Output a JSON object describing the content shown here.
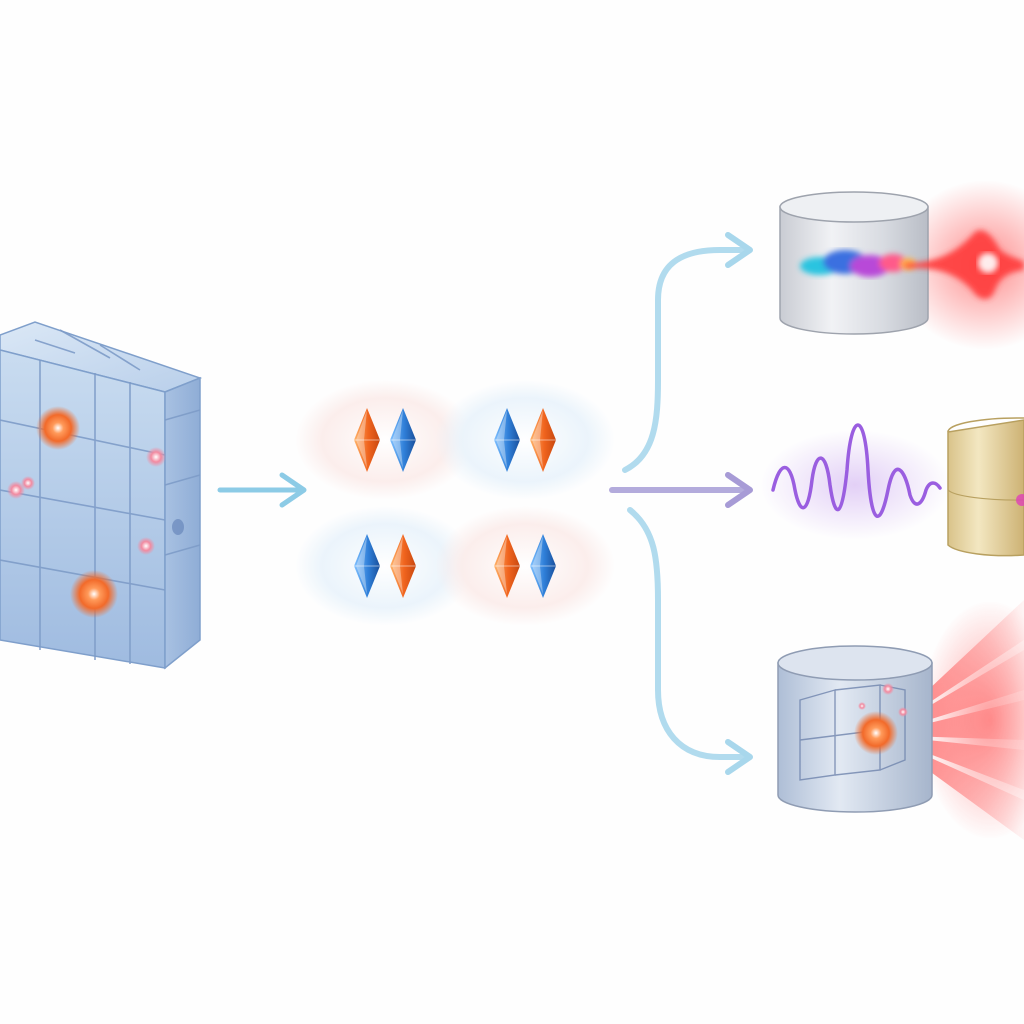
{
  "diagram": {
    "source": {
      "icon": "crystal-lattice-cube-icon",
      "defect_color": "#ff7a3a",
      "lattice_color": "#a9c7e8"
    },
    "center": {
      "icon": "spin-pairs-icon",
      "pairs": [
        {
          "left": "orange-up",
          "right": "blue-up"
        },
        {
          "left": "blue-up",
          "right": "orange-up"
        },
        {
          "left": "blue-up",
          "right": "orange-up"
        },
        {
          "left": "orange-up",
          "right": "blue-up"
        }
      ],
      "orange": "#f06a28",
      "blue": "#2f7fd8"
    },
    "arrows": {
      "main_color": "#8ccbe6",
      "middle_color": "#a79bd6"
    },
    "outputs": [
      {
        "icon": "cylinder-with-particle-beam-icon",
        "beam_color": "#ff3b3b"
      },
      {
        "icon": "wave-signal-and-gold-cylinder-icon",
        "wave_color": "#9a5ee0",
        "cylinder_color": "#e2cf9a"
      },
      {
        "icon": "cylinder-with-laser-emission-icon",
        "laser_color": "#ff4a4a"
      }
    ]
  }
}
